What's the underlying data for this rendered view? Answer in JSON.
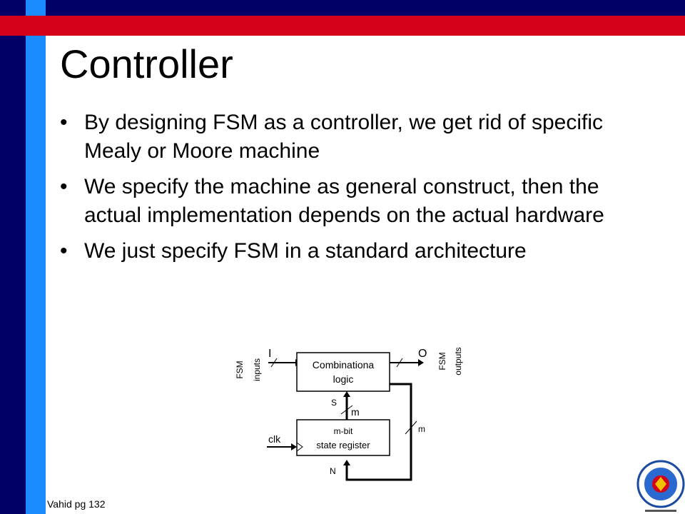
{
  "slide": {
    "title": "Controller",
    "bullets": [
      "By designing FSM as a controller, we get rid of specific Mealy or Moore machine",
      "We specify the machine as general construct, then the actual implementation depends on the actual hardware",
      "We just specify FSM in a standard architecture"
    ],
    "footer": "Vahid pg 132"
  },
  "diagram": {
    "fsm_inputs": [
      "FSM",
      "inputs"
    ],
    "fsm_outputs": [
      "FSM",
      "outputs"
    ],
    "input_label": "I",
    "output_label": "O",
    "comb_logic": [
      "Combinationa",
      "logic"
    ],
    "register": [
      "m-bit",
      "state register"
    ],
    "clk": "clk",
    "s_label": "S",
    "m_label_s": "m",
    "m_label_feedback": "m",
    "n_label": "N"
  },
  "colors": {
    "navy": "#000066",
    "blue": "#1a8cff",
    "red": "#d4001a"
  },
  "logo": {
    "icon": "university-seal-icon"
  }
}
